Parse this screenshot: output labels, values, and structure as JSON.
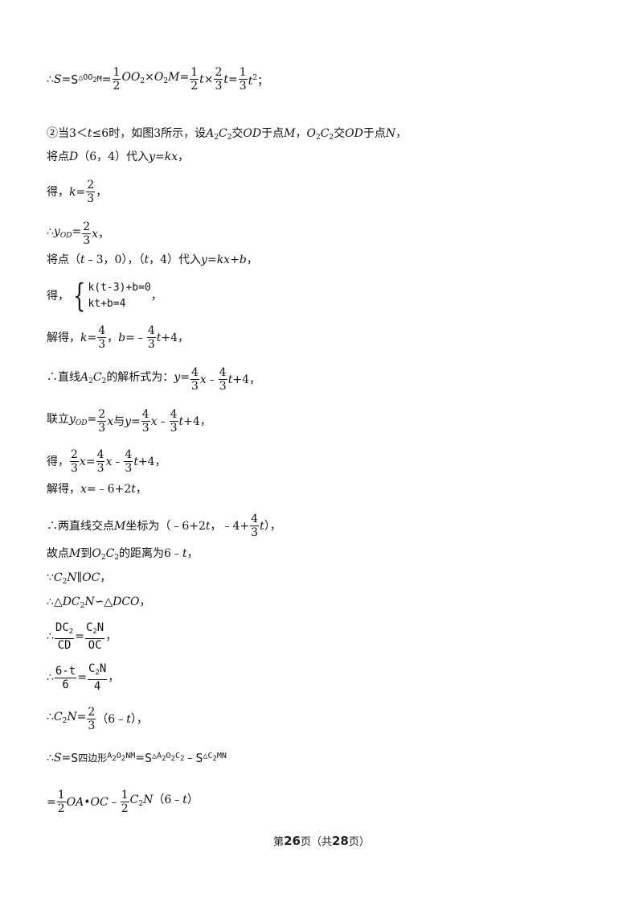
{
  "lines": {
    "l1": "∴S=S△OO₂M=½OO₂×O₂M=½t×⅔t=⅓t²;",
    "l2": "②当3<t≤6时，如图3所示，设A₂C₂交OD于点M，O₂C₂交OD于点N，",
    "l3": "将点D（6，4）代入y=kx，",
    "l4": "得，k=⅔，",
    "l5": "∴yOD=⅔x，",
    "l6": "将点（t﹣3，0），（t，4）代入y=kx+b，",
    "l7": "得，{k(t-3)+b=0, kt+b=4}",
    "l8": "解得，k=4/3，b=﹣4/3t+4，",
    "l9": "∴直线A₂C₂的解析式为：y=4/3x﹣4/3t+4，",
    "l10": "联立yOD=⅔x与y=4/3x﹣4/3t+4，",
    "l11": "得，⅔x=4/3x﹣4/3t+4，",
    "l12": "解得，x=﹣6+2t，",
    "l13": "∴两直线交点M坐标为（﹣6+2t，﹣4+4/3t），",
    "l14": "故点M到O₂C₂的距离为6﹣t，",
    "l15": "∵C₂N∥OC，",
    "l16": "∴△DC₂N∽△DCO，",
    "l17": "∴DC₂/CD=C₂N/OC，",
    "l18": "∴(6-t)/6=C₂N/4，",
    "l19": "∴C₂N=⅔（6﹣t），",
    "l20": "∴S=S四边形A₂O₂NM=S△A₂O₂C₂﹣S△C₂MN",
    "l21": "=½OA•OC﹣½C₂N（6﹣t）"
  },
  "footer": {
    "prefix": "第",
    "page": "26",
    "mid": "页（共",
    "total": "28",
    "suffix": "页）"
  }
}
